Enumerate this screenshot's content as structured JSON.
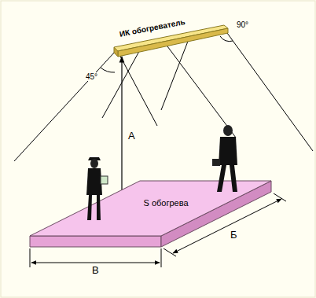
{
  "diagram": {
    "nodes": [
      {
        "text": [
          "ИК обогреватель"
        ]
      },
      {
        "text": [
          "S обогрева"
        ]
      }
    ],
    "labels": [
      "90°",
      "45°",
      "А",
      "В",
      "Б"
    ]
  }
}
